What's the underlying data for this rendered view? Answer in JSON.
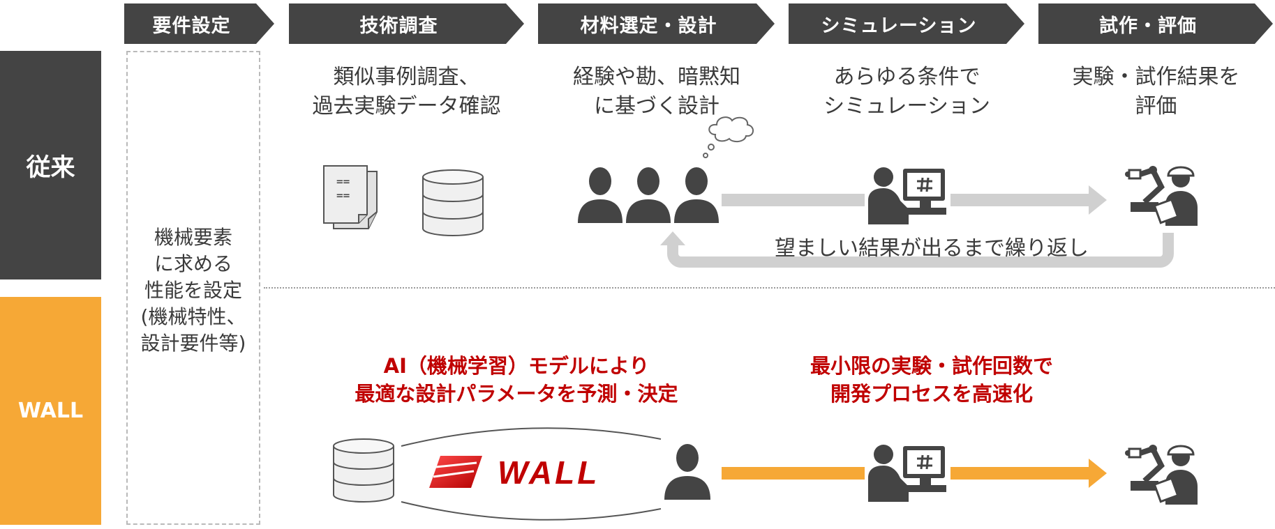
{
  "stages": [
    "要件設定",
    "技術調査",
    "材料選定・設計",
    "シミュレーション",
    "試作・評価"
  ],
  "rows": {
    "conventional": "従来",
    "wall": "WALL"
  },
  "requirement_text": "機械要素\nに求める\n性能を設定\n(機械特性、\n設計要件等)",
  "conventional": {
    "tech_research": "類似事例調査、\n過去実験データ確認",
    "material_design": "経験や勘、暗黙知\nに基づく設計",
    "simulation": "あらゆる条件で\nシミュレーション",
    "prototype": "実験・試作結果を\n評価",
    "loop_label": "望ましい結果が出るまで繰り返し",
    "doc_marks": [
      "==",
      "=="
    ]
  },
  "wall_row": {
    "ai_text": "AI（機械学習）モデルにより\n最適な設計パラメータを予測・決定",
    "speed_text": "最小限の実験・試作回数で\n開発プロセスを高速化",
    "logo_text": "WALL"
  },
  "colors": {
    "dark": "#444444",
    "orange": "#f6a836",
    "red": "#c00000",
    "arrow_gray": "#d0d0d0",
    "arrow_orange": "#f6a836"
  }
}
